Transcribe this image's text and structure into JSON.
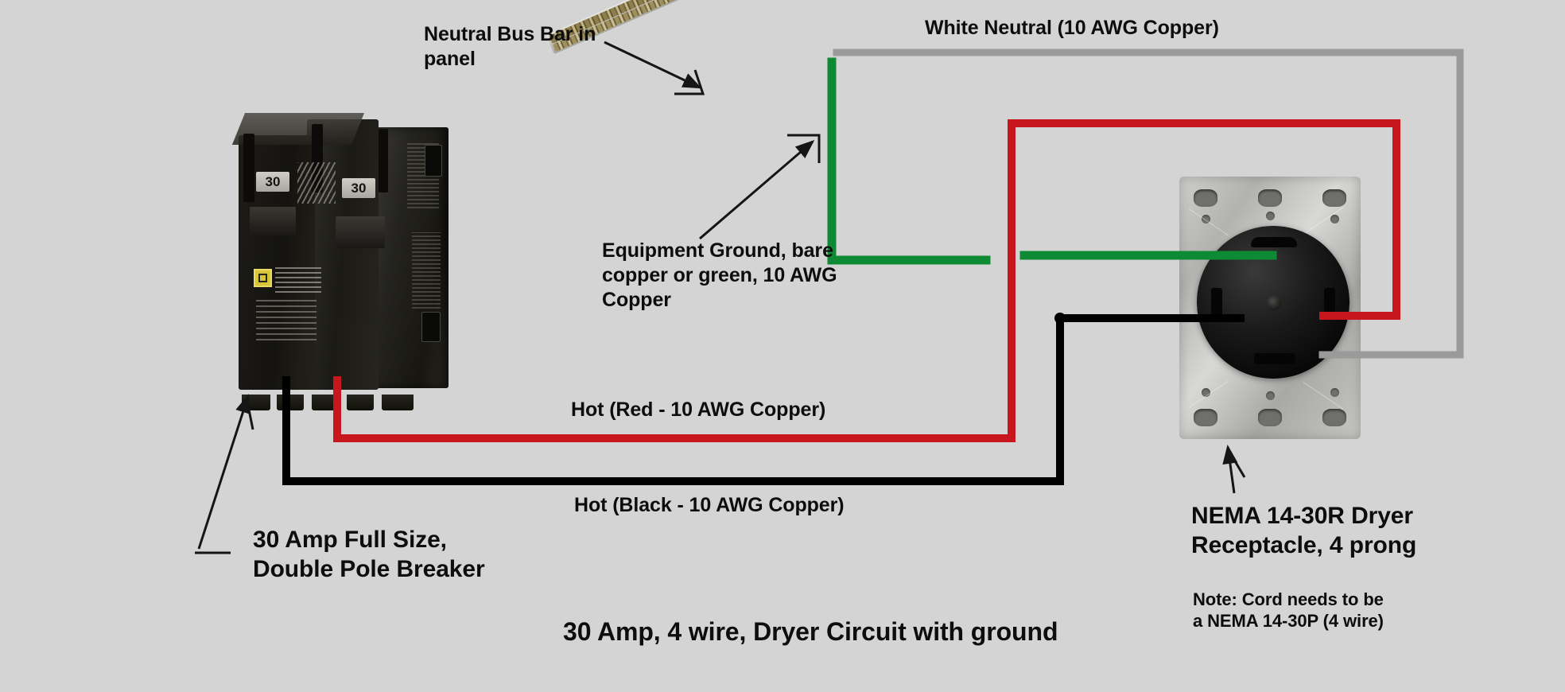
{
  "diagram": {
    "title": "30 Amp, 4 wire, Dryer Circuit with ground",
    "background_color": "#d3d4d3"
  },
  "labels": {
    "neutral_bus_bar": "Neutral Bus Bar in\npanel",
    "white_neutral": "White Neutral (10 AWG Copper)",
    "equipment_ground": "Equipment Ground, bare\ncopper or green, 10 AWG\nCopper",
    "hot_red": "Hot (Red - 10 AWG Copper)",
    "hot_black": "Hot (Black - 10 AWG Copper)",
    "breaker": "30 Amp Full Size,\nDouble Pole Breaker",
    "receptacle": "NEMA 14-30R Dryer\nReceptacle, 4 prong",
    "note": "Note: Cord needs to be\na NEMA 14-30P (4 wire)"
  },
  "breaker": {
    "pole_left_rating": "30",
    "pole_right_rating": "30",
    "brand_logo": "square-d-logo"
  },
  "wires": [
    {
      "name": "white-neutral",
      "color": "#9a9a9a",
      "gauge": "10 AWG Copper",
      "from": "neutral bus bar",
      "to": "receptacle neutral terminal"
    },
    {
      "name": "equipment-ground",
      "color": "#0e8a34",
      "gauge": "10 AWG Copper",
      "from": "neutral bus bar",
      "to": "receptacle ground terminal"
    },
    {
      "name": "hot-red",
      "color": "#c7161d",
      "gauge": "10 AWG Copper",
      "from": "breaker right pole",
      "to": "receptacle hot terminal"
    },
    {
      "name": "hot-black",
      "color": "#000000",
      "gauge": "10 AWG Copper",
      "from": "breaker left pole",
      "to": "receptacle hot terminal"
    }
  ],
  "colors": {
    "red": "#c7161d",
    "green": "#0e8a34",
    "black": "#000000",
    "gray_neutral": "#9a9a9a",
    "text": "#0d0d0d"
  }
}
